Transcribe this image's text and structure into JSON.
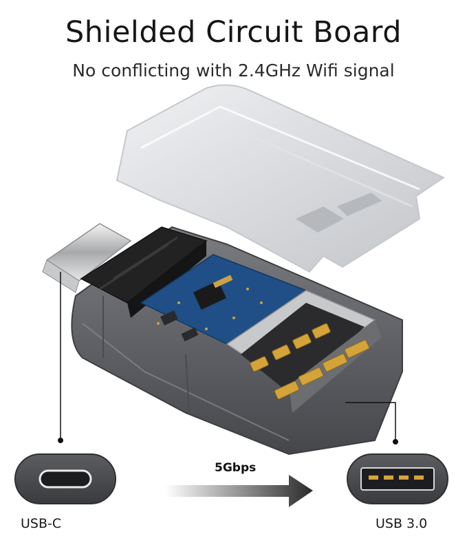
{
  "header": {
    "title": "Shielded Circuit Board",
    "subtitle": "No conflicting with 2.4GHz Wifi signal"
  },
  "ports": {
    "left_label": "USB-C",
    "right_label": "USB 3.0"
  },
  "transfer": {
    "speed_label": "5Gbps"
  },
  "colors": {
    "housing": "#5f6166",
    "pcb": "#1f4f86",
    "gold": "#d4a43a",
    "cover": "#d9dce0"
  }
}
